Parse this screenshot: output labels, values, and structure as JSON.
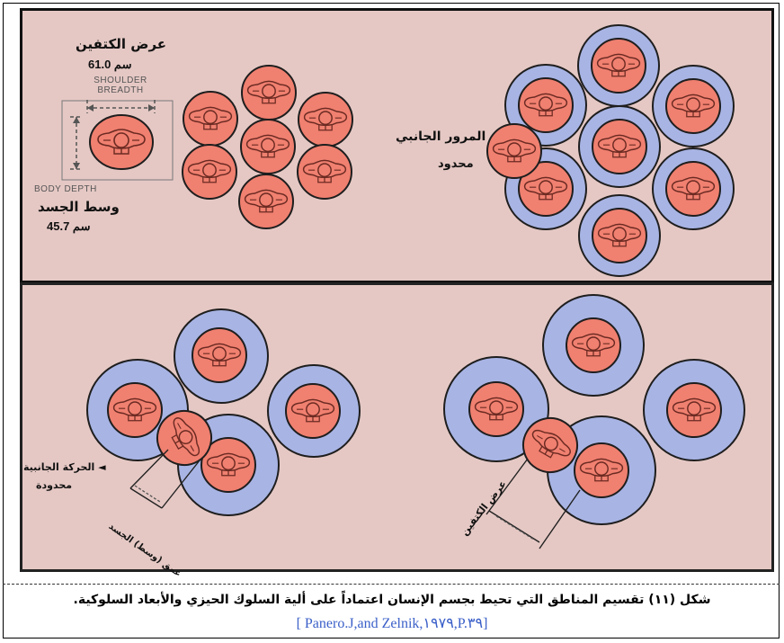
{
  "top_panel": {
    "shoulder_ar": "عرض الكتفين",
    "shoulder_value": "61.0 سم",
    "shoulder_en": "SHOULDER BREADTH",
    "body_depth_en": "BODY DEPTH",
    "body_depth_ar": "وسط الجسد",
    "body_depth_value": "45.7 سم",
    "passage_label": "المرور الجانبي",
    "passage_sub": "محدود"
  },
  "bottom_panel": {
    "side_movement": "◄ الحركة الجانبية",
    "side_sub": "محدودة",
    "depth_label": "عمق (وسط) الجسد",
    "shoulder_label": "عرض الكتفين"
  },
  "caption": {
    "title": "شكل (١١) تقسيم المناطق التي تحيط بجسم الإنسان اعتماداً على ألية السلوك الحيزي والأبعاد السلوكية.",
    "source": "[ Panero.J,and Zelnik,١٩٧٩,P.٣٩]"
  },
  "colors": {
    "panel_bg": "#e5c8c4",
    "body_fill": "#f08070",
    "zone_fill": "#a8b4e4"
  }
}
